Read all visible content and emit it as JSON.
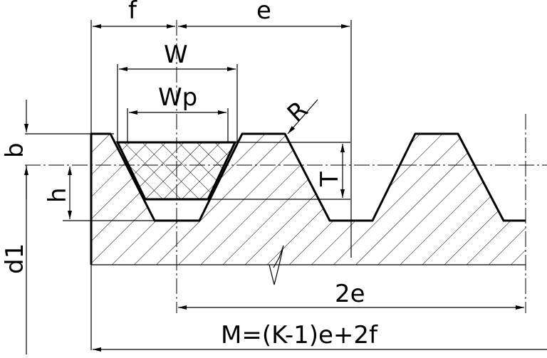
{
  "labels": {
    "f": "f",
    "e": "e",
    "W": "W",
    "Wp": "Wp",
    "R": "R",
    "b": "b",
    "h": "h",
    "T": "T",
    "d1": "d1",
    "two_e": "2e",
    "M": "M=(K-1)e+2f"
  }
}
